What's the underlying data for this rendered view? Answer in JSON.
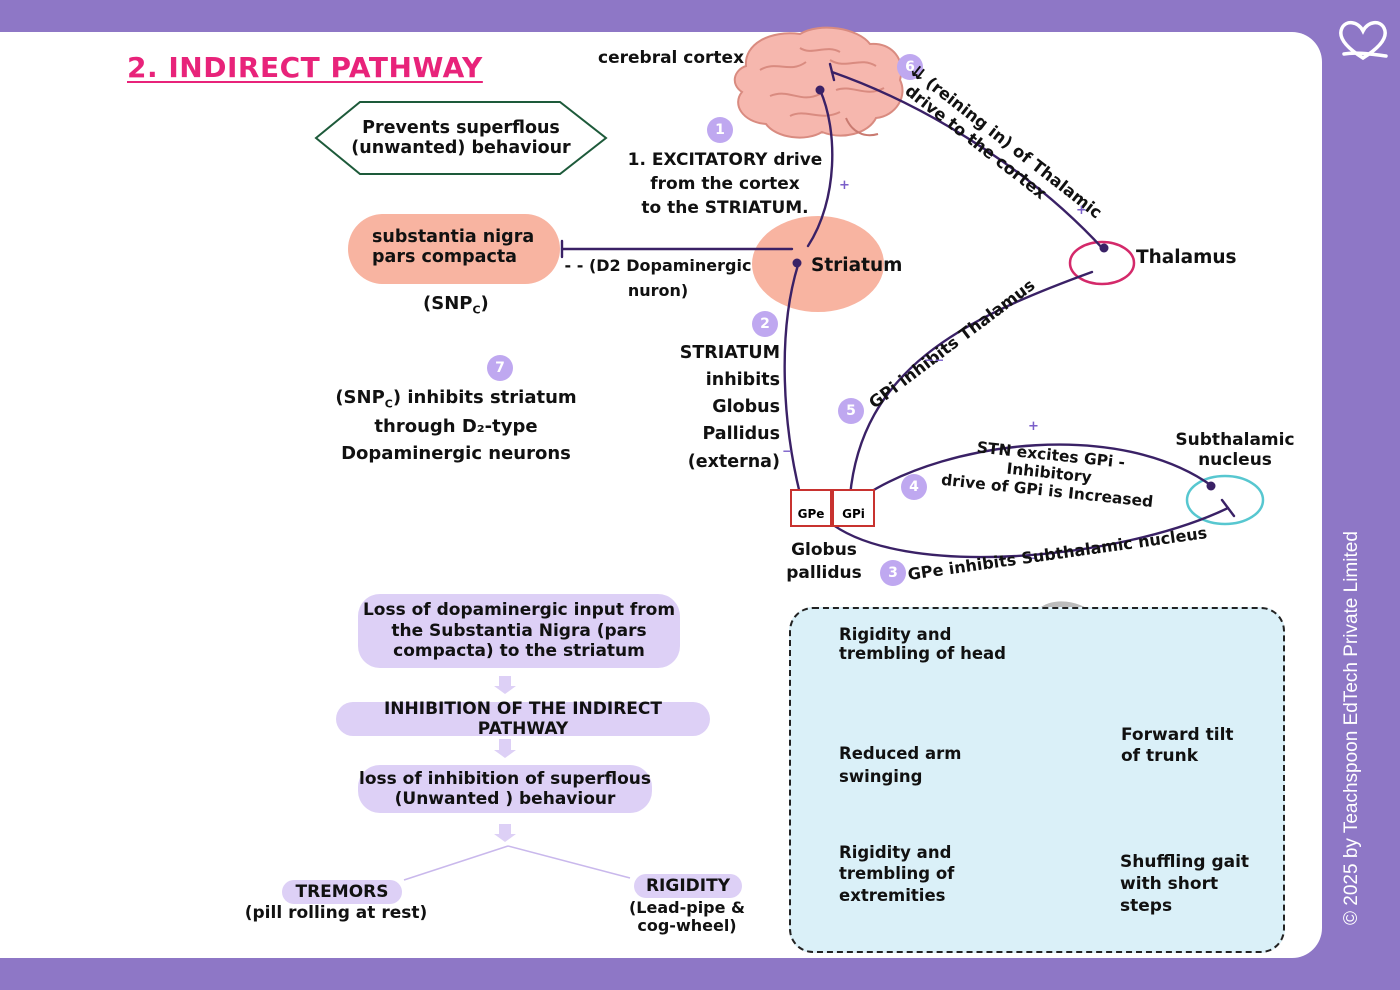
{
  "title": "2. INDIRECT PATHWAY",
  "brand_icon": "heart-logo-icon",
  "copyright": "© 2025 by Teachspoon EdTech Private Limited",
  "colors": {
    "frame": "#8e77c6",
    "title": "#e8237a",
    "accent": "#3a2166",
    "snpc": "#f8b4a1",
    "thalamus": "#d4296a",
    "subthalamic": "#57c7d0",
    "gpe_box": "#c8322f",
    "badge": "#bfa8f0"
  },
  "nodes": {
    "cortex": "cerebral cortex",
    "striatum": "Striatum",
    "snpc": [
      "substantia nigra",
      "pars compacta"
    ],
    "snpc_abbr": {
      "main": "(SNP",
      "sub": "C",
      "end": ")"
    },
    "thalamus": "Thalamus",
    "subthalamic": [
      "Subthalamic",
      "nucleus"
    ],
    "gpe": "GPe",
    "gpi": "GPi",
    "globus_pallidus": [
      "Globus",
      "pallidus"
    ]
  },
  "callout": [
    "Prevents superflous",
    "(unwanted) behaviour"
  ],
  "steps": [
    {
      "num": "1",
      "lines": [
        "1. EXCITATORY drive",
        "from the cortex",
        "to the STRIATUM."
      ]
    },
    {
      "num": "2",
      "lines": [
        "STRIATUM",
        "inhibits",
        "Globus",
        "Pallidus",
        "(externa)"
      ]
    },
    {
      "num": "3",
      "text": "GPe inhibits Subthalamic nucleus"
    },
    {
      "num": "4",
      "lines": [
        "STN excites GPi - Inhibitory",
        "drive of GPi is Increased"
      ]
    },
    {
      "num": "5",
      "text": "GPi inhibits Thalamus"
    },
    {
      "num": "6",
      "lines": [
        "⇊ (reining in) of Thalamic",
        "drive to the cortex"
      ]
    },
    {
      "num": "7",
      "line1_main": "(SNP",
      "line1_sub": "C",
      "line1_end": ") inhibits striatum",
      "lines_rest": [
        "through  D₂-type",
        "Dopaminergic neurons"
      ]
    }
  ],
  "d2_label": [
    "- - (D2 Dopaminergic",
    "nuron)"
  ],
  "signs": {
    "plus": "+",
    "minus": "−"
  },
  "flow": {
    "box1": "Loss of dopaminergic input from the Substantia Nigra (pars compacta) to the striatum",
    "box2": "INHIBITION OF THE INDIRECT PATHWAY",
    "box3": "loss of inhibition of superflous (Unwanted ) behaviour",
    "tremors": "TREMORS",
    "tremors_sub": "(pill rolling at rest)",
    "rigidity": "RIGIDITY",
    "rigidity_sub": [
      "(Lead-pipe &",
      "cog-wheel)"
    ]
  },
  "patient": {
    "head": [
      "Rigidity and",
      "trembling of head"
    ],
    "arm": [
      "Reduced arm",
      "swinging"
    ],
    "extremities": [
      "Rigidity and",
      "trembling of",
      "extremities"
    ],
    "trunk": [
      "Forward tilt",
      "of trunk"
    ],
    "gait": [
      "Shuffling gait",
      "with short",
      "steps"
    ]
  }
}
